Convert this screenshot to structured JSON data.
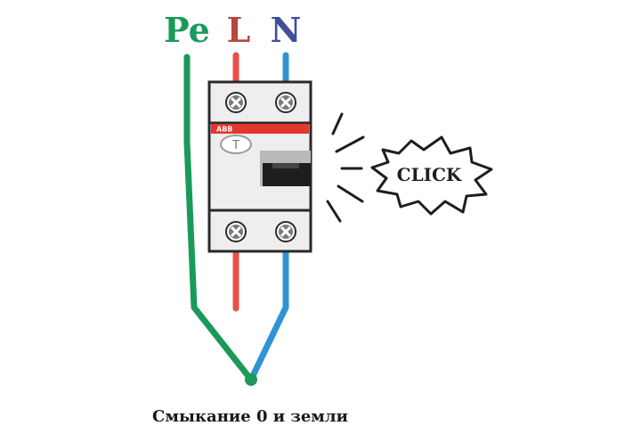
{
  "labels": {
    "pe": "Pe",
    "l": "L",
    "n": "N"
  },
  "breaker": {
    "brand": "ABB",
    "test_button": "T"
  },
  "click_text": "CLICK",
  "caption": "Смыкание 0 и земли",
  "colors": {
    "pe": "#1a9a5a",
    "l": "#b5473f",
    "n": "#3e4f9a",
    "wire_l": "#e8504a",
    "wire_n": "#2f93d6",
    "outline": "#2a2a2a",
    "brand_red": "#e2372f"
  },
  "icons": [
    "screw-icon",
    "burst-icon"
  ]
}
